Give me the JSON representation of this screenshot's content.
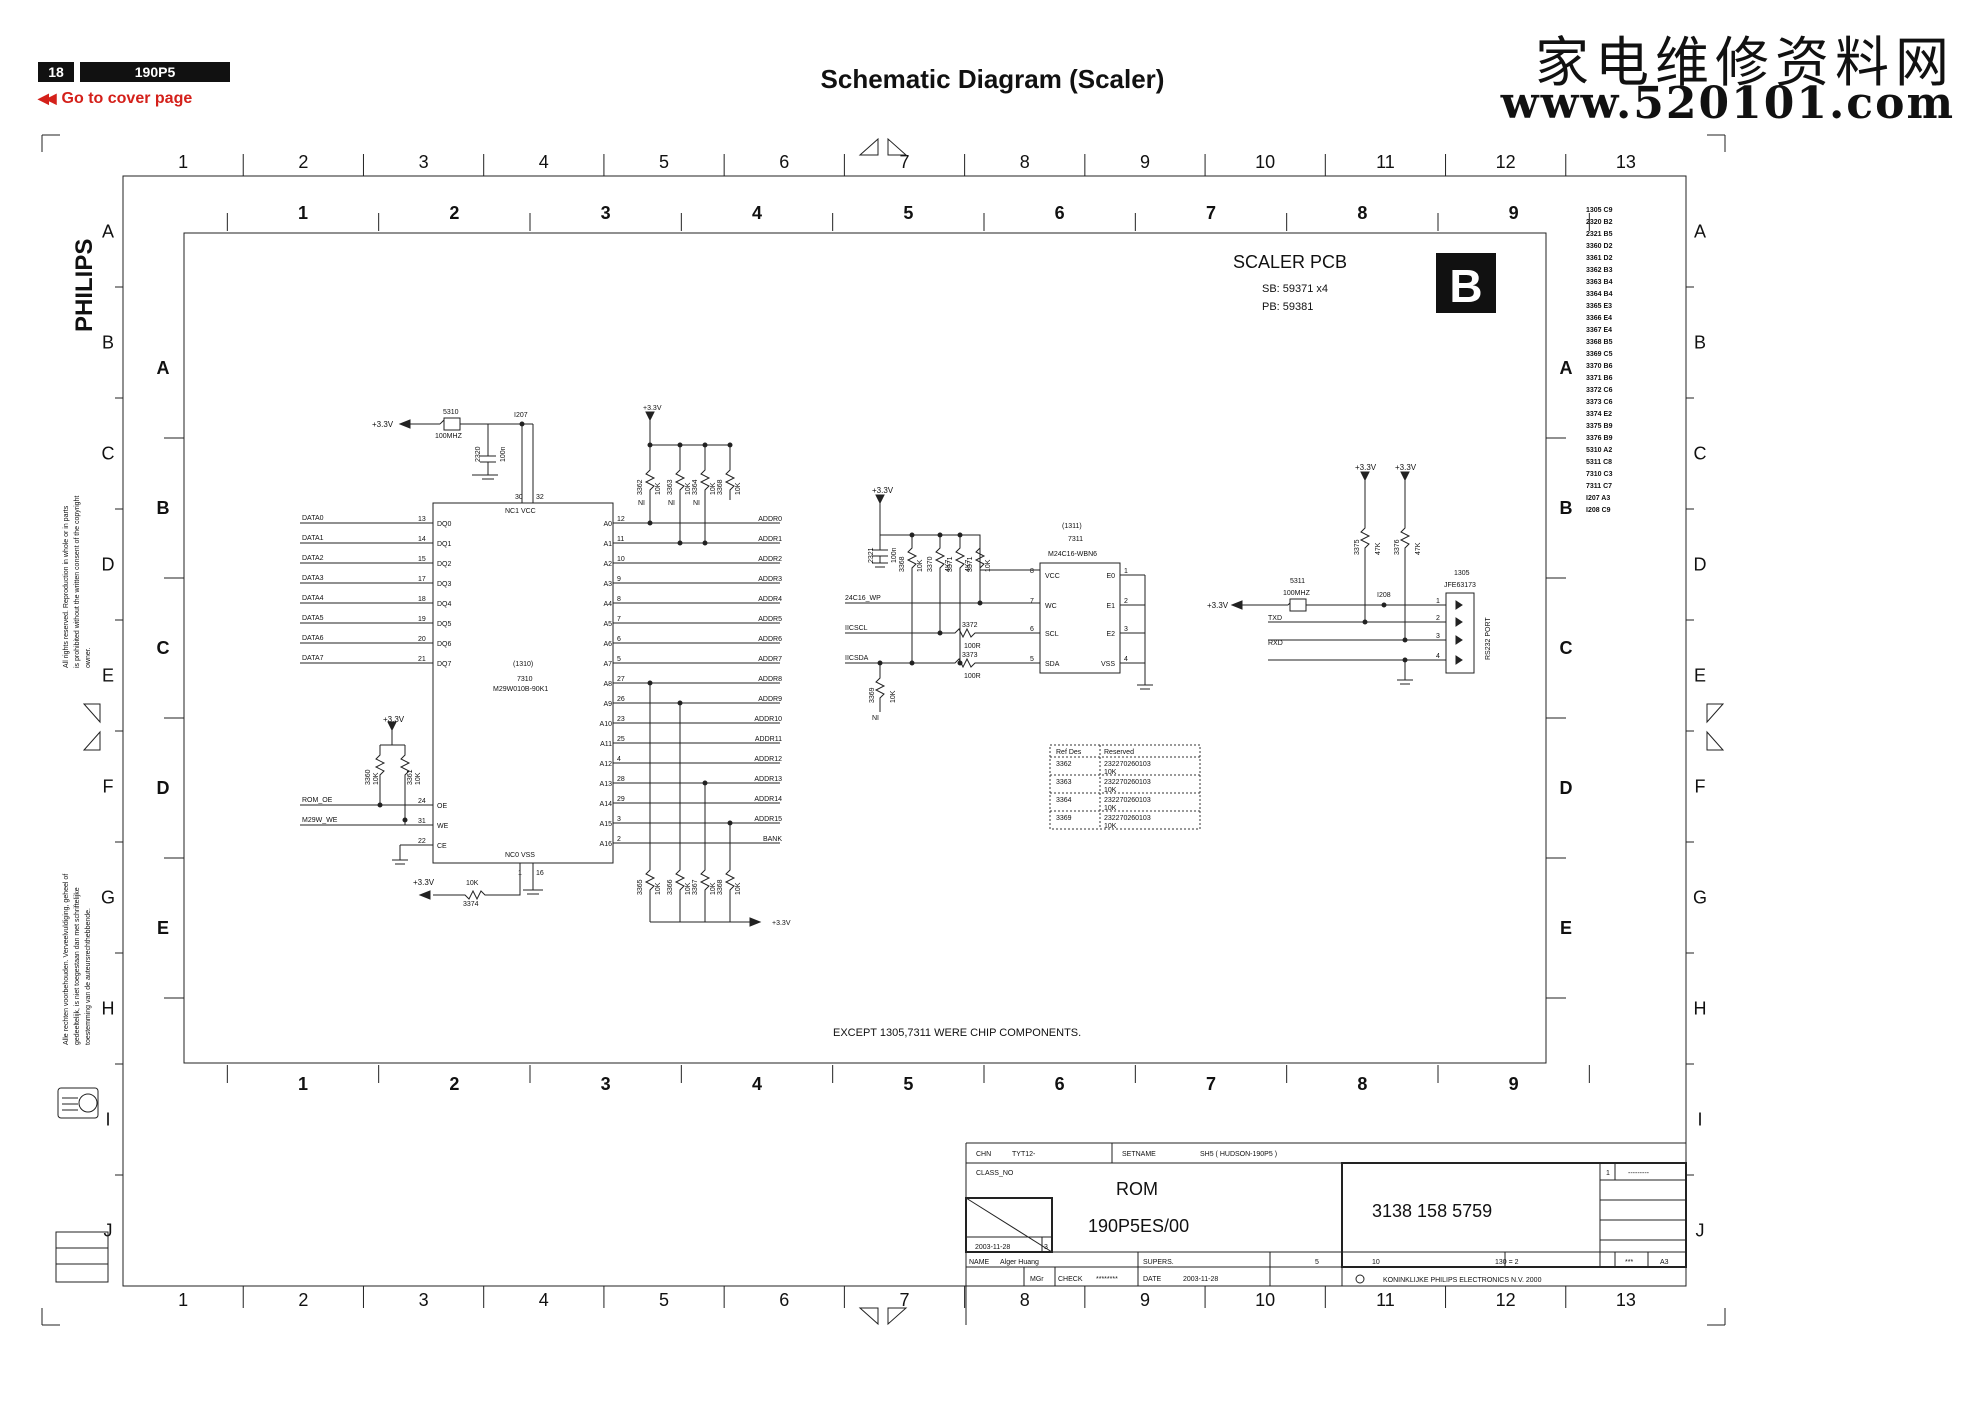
{
  "header": {
    "page_number": "18",
    "model": "190P5",
    "cover_link": "Go to cover page",
    "title": "Schematic Diagram (Scaler)",
    "watermark_cn": "家电维修资料网",
    "watermark_url": "www.520101.com"
  },
  "side": {
    "brand": "PHILIPS",
    "copyright_en": [
      "All rights reserved. Reproduction in whole or in parts",
      "is prohibited without the written consent of the copyright",
      "owner."
    ],
    "copyright_nl": [
      "Alle rechten voorbehouden. Verveelvuldiging, geheel of",
      "gedeeltelijk, is niet toegestaan dan met schriftelijke",
      "toestemming van de auteursrechthebbende."
    ]
  },
  "outer_cols": [
    "1",
    "2",
    "3",
    "4",
    "5",
    "6",
    "7",
    "8",
    "9",
    "10",
    "11",
    "12",
    "13"
  ],
  "outer_rows": [
    "A",
    "B",
    "C",
    "D",
    "E",
    "F",
    "G",
    "H",
    "I",
    "J"
  ],
  "inner_cols": [
    "1",
    "2",
    "3",
    "4",
    "5",
    "6",
    "7",
    "8",
    "9"
  ],
  "inner_rows": [
    "A",
    "B",
    "C",
    "D",
    "E"
  ],
  "board": {
    "name": "SCALER PCB",
    "sb": "SB: 59371 x4",
    "pb": "PB: 59381",
    "letter": "B"
  },
  "ref_list": [
    "1305 C9",
    "2320 B2",
    "2321 B5",
    "3360 D2",
    "3361 D2",
    "3362 B3",
    "3363 B4",
    "3364 B4",
    "3365 E3",
    "3366 E4",
    "3367 E4",
    "3368 B5",
    "3369 C5",
    "3370 B6",
    "3371 B6",
    "3372 C6",
    "3373 C6",
    "3374 E2",
    "3375 B9",
    "3376 B9",
    "5310 A2",
    "5311 C8",
    "7310 C3",
    "7311 C7",
    "I207 A3",
    "I208 C9"
  ],
  "rom": {
    "ref": "(1310)",
    "ic": "7310",
    "part": "M29W010B-90K1",
    "top_pins": "NC1  VCC",
    "bottom_pins": "NC0  VSS",
    "pin30": "30",
    "pin32": "32",
    "pin1": "1",
    "pin16": "16",
    "data_nets": [
      "DATA0",
      "DATA1",
      "DATA2",
      "DATA3",
      "DATA4",
      "DATA5",
      "DATA6",
      "DATA7"
    ],
    "data_pin_nums": [
      "13",
      "14",
      "15",
      "17",
      "18",
      "19",
      "20",
      "21"
    ],
    "data_pin_names": [
      "DQ0",
      "DQ1",
      "DQ2",
      "DQ3",
      "DQ4",
      "DQ5",
      "DQ6",
      "DQ7"
    ],
    "ctrl_nets": [
      "ROM_OE",
      "M29W_WE",
      ""
    ],
    "ctrl_pin_nums": [
      "24",
      "31",
      "22"
    ],
    "ctrl_pin_names": [
      "OE",
      "WE",
      "CE"
    ],
    "addr_pin_names": [
      "A0",
      "A1",
      "A2",
      "A3",
      "A4",
      "A5",
      "A6",
      "A7",
      "A8",
      "A9",
      "A10",
      "A11",
      "A12",
      "A13",
      "A14",
      "A15",
      "A16"
    ],
    "addr_pin_nums": [
      "12",
      "11",
      "10",
      "9",
      "8",
      "7",
      "6",
      "5",
      "27",
      "26",
      "23",
      "25",
      "4",
      "28",
      "29",
      "3",
      "2"
    ],
    "addr_nets": [
      "ADDR0",
      "ADDR1",
      "ADDR2",
      "ADDR3",
      "ADDR4",
      "ADDR5",
      "ADDR6",
      "ADDR7",
      "ADDR8",
      "ADDR9",
      "ADDR10",
      "ADDR11",
      "ADDR12",
      "ADDR13",
      "ADDR14",
      "ADDR15",
      "BANK"
    ]
  },
  "power": {
    "v33": "+3.3V",
    "l5310": "5310",
    "l5310_val": "100MHZ",
    "i207": "I207",
    "c2320": "2320",
    "c2320_val": "100n",
    "r_top": [
      {
        "ref": "3362",
        "val": "10K",
        "ni": "NI"
      },
      {
        "ref": "3363",
        "val": "10K",
        "ni": "NI"
      },
      {
        "ref": "3364",
        "val": "10K",
        "ni": "NI"
      },
      {
        "ref": "3368",
        "val": "10K",
        "ni": ""
      }
    ],
    "r_bot": [
      {
        "ref": "3365",
        "val": "10K"
      },
      {
        "ref": "3366",
        "val": "10K"
      },
      {
        "ref": "3367",
        "val": "10K"
      },
      {
        "ref": "3368",
        "val": "10K"
      }
    ],
    "r3360": "3360",
    "r3361": "3361",
    "r10k": "10K",
    "r3374": "3374"
  },
  "eeprom": {
    "ref": "(1311)",
    "ic": "7311",
    "part": "M24C16-WBN6",
    "left_pins": [
      "VCC",
      "WC",
      "SCL",
      "SDA"
    ],
    "left_nums": [
      "8",
      "7",
      "6",
      "5"
    ],
    "right_pins": [
      "E0",
      "E1",
      "E2",
      "VSS"
    ],
    "right_nums": [
      "1",
      "2",
      "3",
      "4"
    ],
    "nets": [
      "24C16_WP",
      "IICSCL",
      "IICSDA"
    ],
    "c2321": "2321",
    "c2321_val": "100n",
    "rs": [
      {
        "ref": "3368",
        "val": "10K"
      },
      {
        "ref": "3370",
        "val": "4K7"
      },
      {
        "ref": "3371",
        "val": "4K7"
      },
      {
        "ref": "3371",
        "val": "10K"
      }
    ],
    "r3372": "3372",
    "r3373": "3373",
    "r100": "100R",
    "r3369": "3369",
    "r3369_val": "10K",
    "ni": "NI"
  },
  "rs232": {
    "conn_ref": "1305",
    "conn_part": "JFE63173",
    "port_label": "RS232  PORT",
    "l5311": "5311",
    "l5311_val": "100MHZ",
    "i208": "I208",
    "nets": [
      "TXD",
      "RXD"
    ],
    "pins": [
      "1",
      "2",
      "3",
      "4"
    ],
    "r3375": "3375",
    "r3376": "3376",
    "r47k": "47K"
  },
  "reserved_table": {
    "headers": [
      "Ref Des",
      "Reserved"
    ],
    "rows": [
      {
        "ref": "3362",
        "code": "232270260103",
        "val": "10K"
      },
      {
        "ref": "3363",
        "code": "232270260103",
        "val": "10K"
      },
      {
        "ref": "3364",
        "code": "232270260103",
        "val": "10K"
      },
      {
        "ref": "3369",
        "code": "232270260103",
        "val": "10K"
      }
    ]
  },
  "note": "EXCEPT 1305,7311  WERE CHIP COMPONENTS.",
  "title_block": {
    "chn_label": "CHN",
    "chn": "TYT12-",
    "setname_label": "SETNAME",
    "setname": "SH5 ( HUDSON-190P5 )",
    "class_label": "CLASS_NO",
    "name1": "ROM",
    "name2": "190P5ES/00",
    "code": "3138 158 5759",
    "date_small": "2003-11-28",
    "rev": "3",
    "name_label": "NAME",
    "name": "Alger Huang",
    "supers_label": "SUPERS.",
    "mgr_label": "MGr",
    "check_label": "CHECK",
    "check": "********",
    "date_label": "DATE",
    "date": "2003-11-28",
    "n5": "5",
    "n10": "10",
    "sheet": "130  =  2",
    "stars": "***",
    "format": "A3",
    "one": "1",
    "dashes": "---------",
    "company": "KONINKLIJKE PHILIPS ELECTRONICS N.V. 2000"
  }
}
